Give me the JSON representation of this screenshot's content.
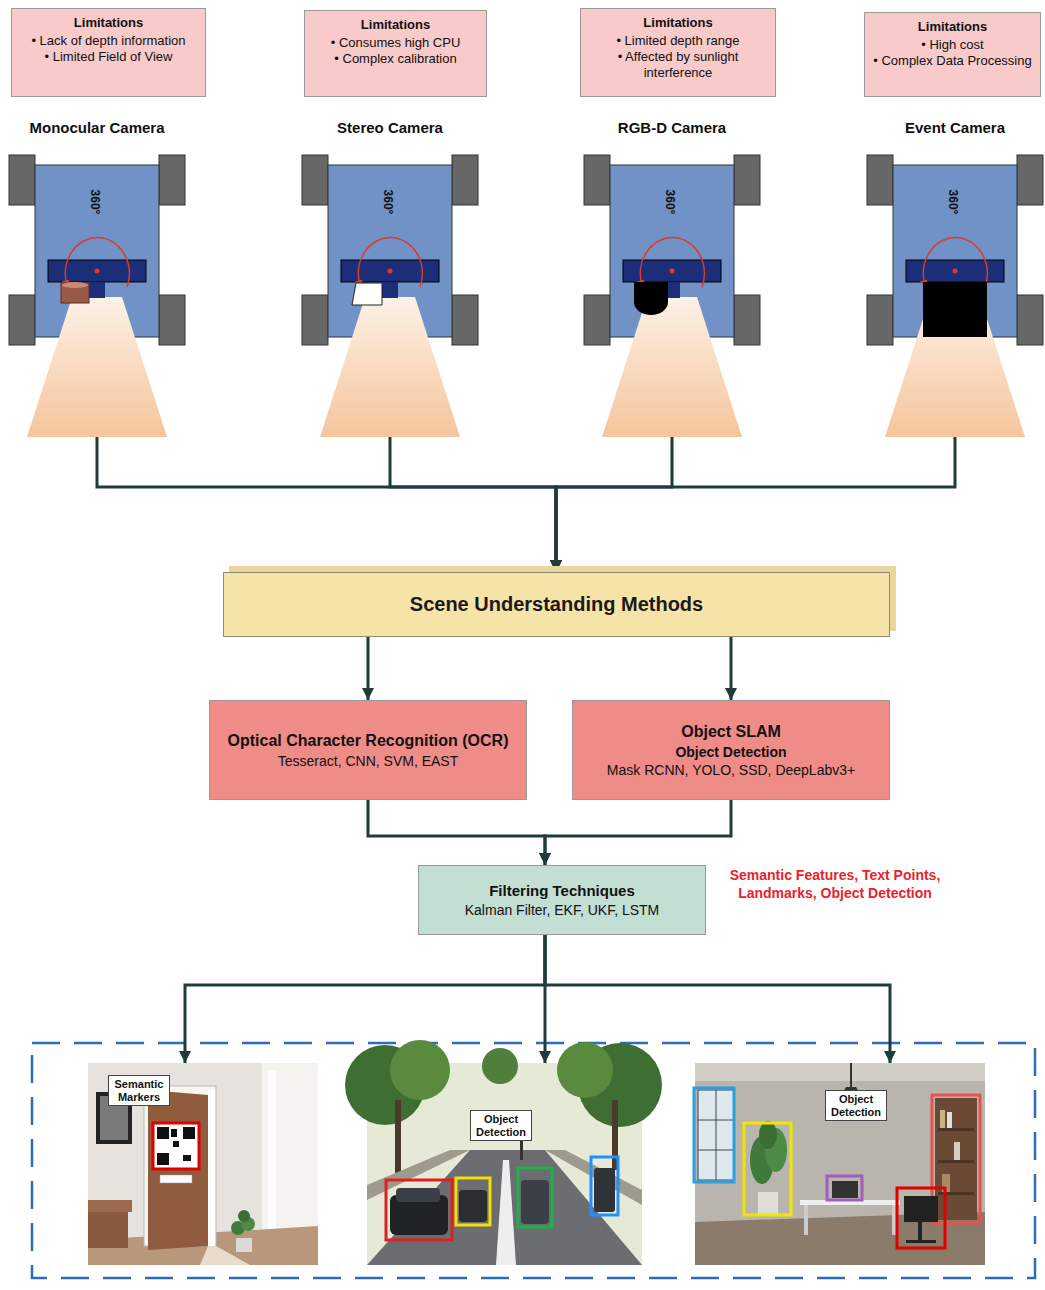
{
  "diagram": {
    "nodes": [
      {
        "text": [
          "Limitations",
          "• Lack of depth information",
          "• Limited Field of View"
        ]
      },
      {
        "text": [
          "Limitations",
          "• Consumes high CPU",
          "• Complex calibration"
        ]
      },
      {
        "text": [
          "Limitations",
          "• Limited depth range",
          "• Affected by sunlight interference"
        ]
      },
      {
        "text": [
          "Limitations",
          "• High cost",
          "• Complex Data Processing"
        ]
      },
      {
        "text": [
          "Monocular Camera",
          "360°"
        ]
      },
      {
        "text": [
          "Stereo Camera",
          "360°"
        ]
      },
      {
        "text": [
          "RGB-D Camera",
          "360°"
        ]
      },
      {
        "text": [
          "Event Camera",
          "360°"
        ]
      },
      {
        "text": [
          "Scene Understanding Methods"
        ]
      },
      {
        "text": [
          "Optical Character Recognition (OCR)",
          "Tesseract, CNN, SVM, EAST"
        ]
      },
      {
        "text": [
          "Object SLAM",
          "Object Detection",
          "Mask RCNN, YOLO, SSD, DeepLabv3+"
        ]
      },
      {
        "text": [
          "Filtering Techniques",
          "Kalman Filter, EKF, UKF, LSTM"
        ]
      },
      {
        "text": [
          "Semantic Markers"
        ]
      },
      {
        "text": [
          "Object Detection"
        ]
      },
      {
        "text": [
          "Object Detection"
        ]
      }
    ],
    "edges": [
      {
        "from": 4,
        "to": 8,
        "arrow": "to"
      },
      {
        "from": 5,
        "to": 8,
        "arrow": "to"
      },
      {
        "from": 6,
        "to": 8,
        "arrow": "to"
      },
      {
        "from": 7,
        "to": 8,
        "arrow": "to"
      },
      {
        "from": 8,
        "to": 9,
        "arrow": "to"
      },
      {
        "from": 8,
        "to": 10,
        "arrow": "to"
      },
      {
        "from": 9,
        "to": 11,
        "arrow": "to"
      },
      {
        "from": 10,
        "to": 11,
        "arrow": "to"
      },
      {
        "from": 11,
        "to": 12,
        "arrow": "to"
      },
      {
        "from": 11,
        "to": 13,
        "arrow": "to"
      },
      {
        "from": 11,
        "to": 14,
        "arrow": "to"
      }
    ],
    "labels": [
      "Semantic Features, Text Points, Landmarks, Object Detection"
    ]
  }
}
